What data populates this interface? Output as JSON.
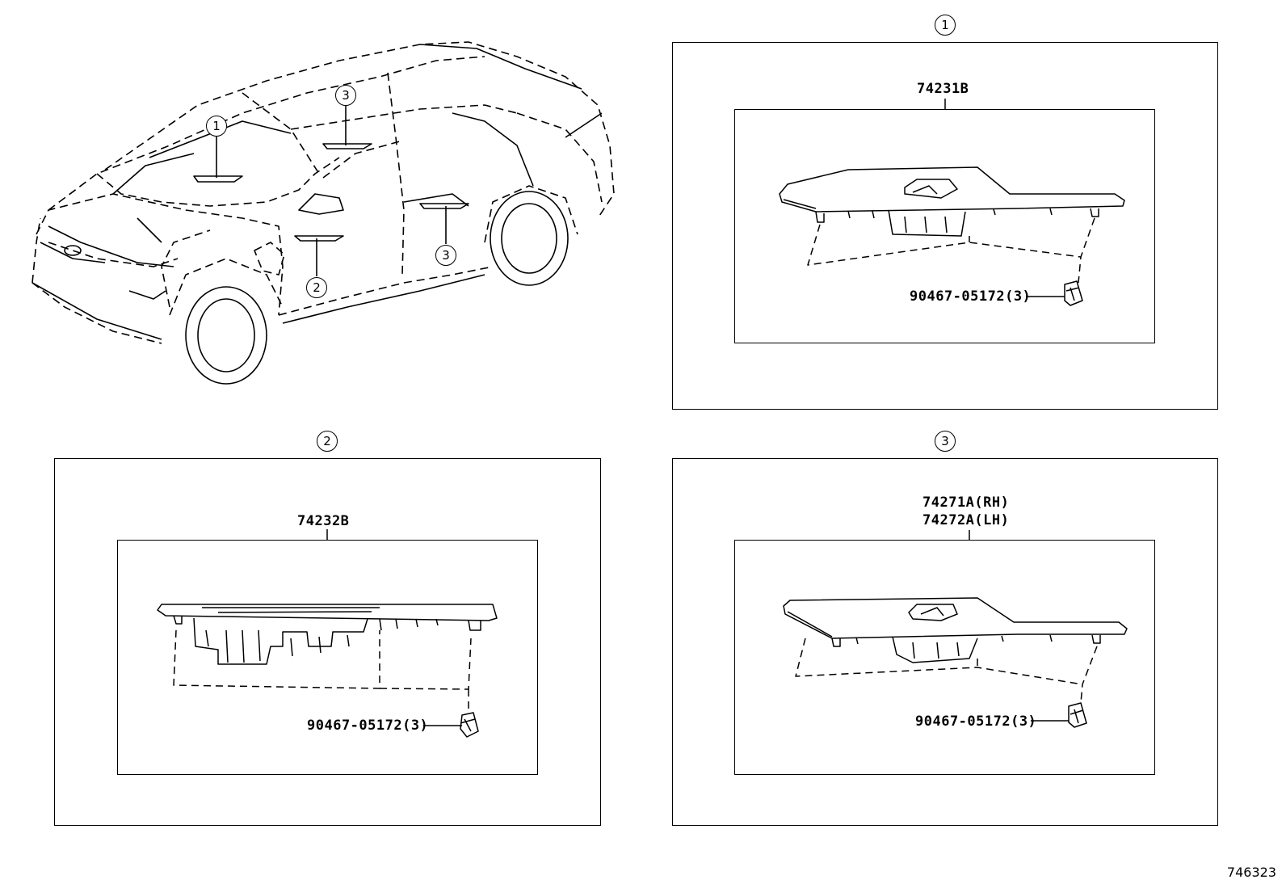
{
  "callouts": {
    "one": "1",
    "two": "2",
    "three": "3"
  },
  "vehicle_callouts": {
    "c1": "1",
    "c2": "2",
    "c3a": "3",
    "c3b": "3"
  },
  "panel1": {
    "part": "74231B",
    "clip": "90467-05172(3)"
  },
  "panel2": {
    "part": "74232B",
    "clip": "90467-05172(3)"
  },
  "panel3": {
    "part_rh": "74271A(RH)",
    "part_lh": "74272A(LH)",
    "clip": "90467-05172(3)"
  },
  "figure_number": "746323"
}
